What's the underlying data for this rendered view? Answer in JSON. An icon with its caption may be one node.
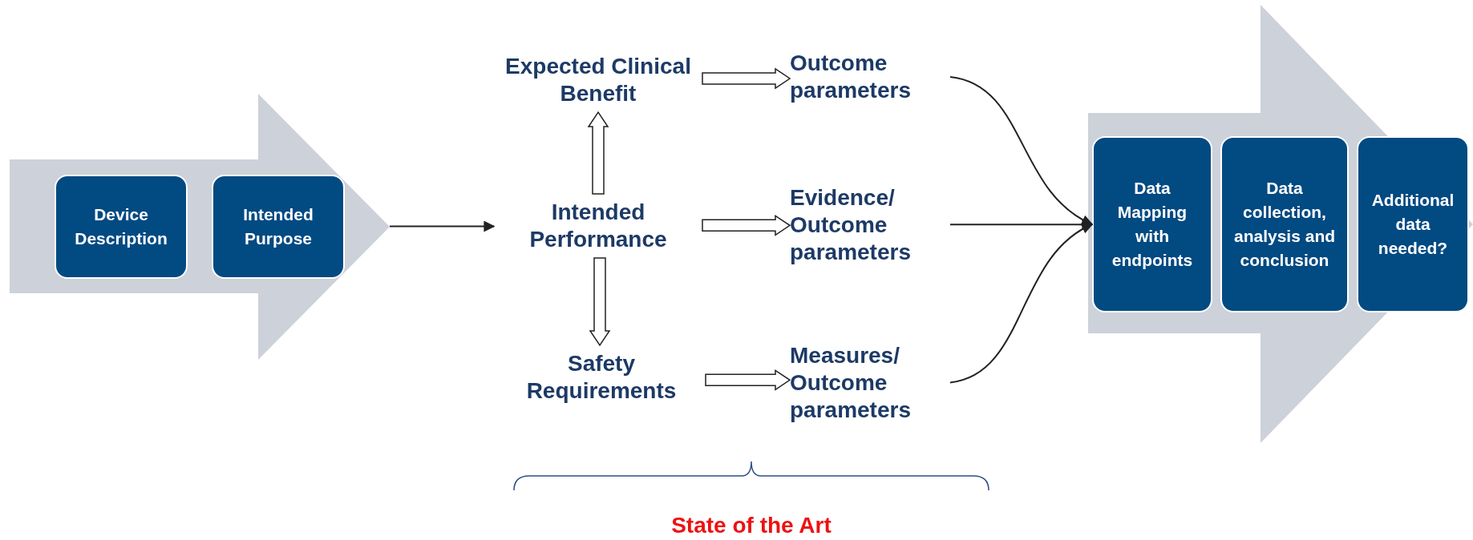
{
  "diagram": {
    "nodes": [
      {
        "text": [],
        "shape": "arrow"
      },
      {
        "text": [
          "Device Description"
        ],
        "in": 0
      },
      {
        "text": [
          "Intended Purpose"
        ],
        "in": 0
      },
      {
        "text": [
          "Expected Clinical Benefit"
        ]
      },
      {
        "text": [
          "Outcome parameters"
        ]
      },
      {
        "text": [
          "Intended Performance"
        ]
      },
      {
        "text": [
          "Evidence/ Outcome parameters"
        ]
      },
      {
        "text": [
          "Safety Requirements"
        ]
      },
      {
        "text": [
          "Measures/ Outcome parameters"
        ]
      },
      {
        "text": [],
        "shape": "arrow"
      },
      {
        "text": [
          "Data Mapping with endpoints"
        ],
        "in": 9
      },
      {
        "text": [
          "Data collection, analysis and conclusion"
        ],
        "in": 9
      },
      {
        "text": [
          "Additional data needed?"
        ],
        "in": 9
      }
    ],
    "edges": [
      {
        "from": 0,
        "to": 5,
        "arrow": "to"
      },
      {
        "from": 5,
        "to": 3,
        "arrow": "to",
        "style": "thick"
      },
      {
        "from": 3,
        "to": 4,
        "arrow": "to",
        "style": "thick"
      },
      {
        "from": 5,
        "to": 6,
        "arrow": "to",
        "style": "thick"
      },
      {
        "from": 5,
        "to": 7,
        "arrow": "to",
        "style": "thick"
      },
      {
        "from": 7,
        "to": 8,
        "arrow": "to",
        "style": "thick"
      },
      {
        "from": 4,
        "to": 10,
        "arrow": "to"
      },
      {
        "from": 6,
        "to": 10,
        "arrow": "to"
      },
      {
        "from": 8,
        "to": 10,
        "arrow": "to"
      }
    ],
    "labels": [
      "State of the Art"
    ]
  }
}
